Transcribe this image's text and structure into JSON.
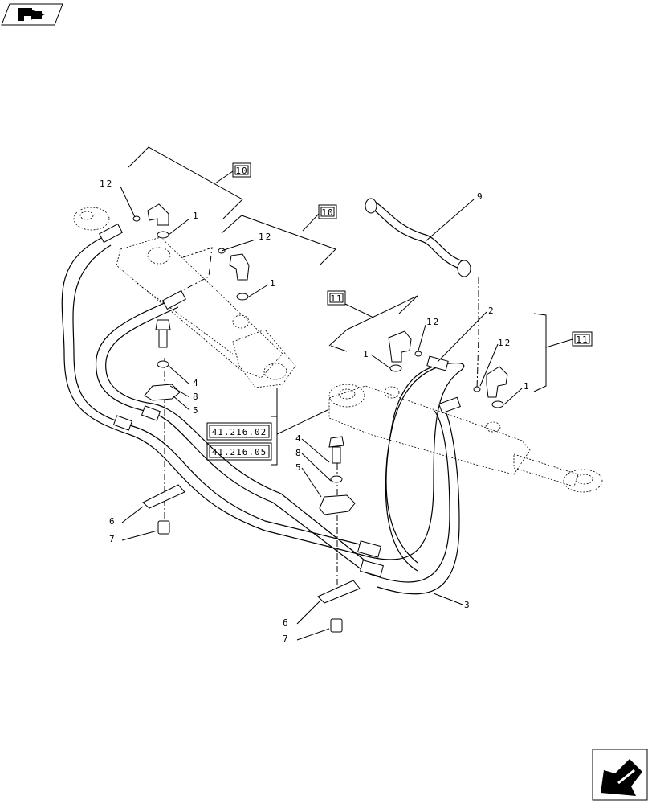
{
  "header": {
    "nav_icon": "arrow-back-icon"
  },
  "footer": {
    "nav_icon": "arrow-forward-icon"
  },
  "box_refs": {
    "cyl_left_a": "10",
    "cyl_left_b": "10",
    "cyl_right_a": "11",
    "cyl_right_b": "11"
  },
  "section_refs": [
    "41.216.02",
    "41.216.05"
  ],
  "callouts": {
    "c12_top_left": "12",
    "c1_top_left": "1",
    "c12_mid_left": "12",
    "c1_mid_left": "1",
    "c9": "9",
    "c2": "2",
    "c12_right_a": "12",
    "c1_right_a": "1",
    "c12_right_b": "12",
    "c1_right_b": "1",
    "c4_left": "4",
    "c8_left": "8",
    "c5_left": "5",
    "c4_mid": "4",
    "c8_mid": "8",
    "c5_mid": "5",
    "c6_left": "6",
    "c7_left": "7",
    "c3": "3",
    "c6_bottom": "6",
    "c7_bottom": "7"
  }
}
